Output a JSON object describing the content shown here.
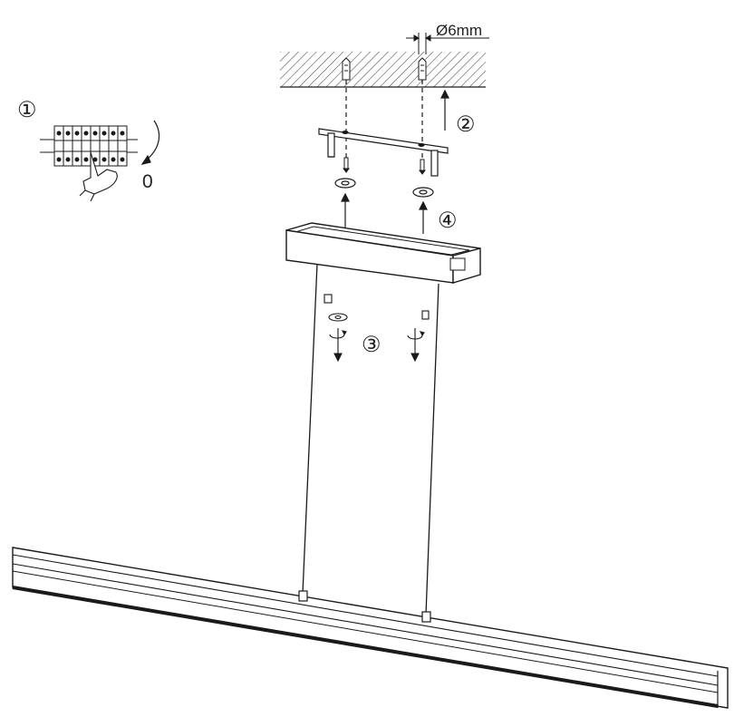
{
  "labels": {
    "step1": "①",
    "step2": "②",
    "step3": "③",
    "step4": "④",
    "drill_diameter": "Ø6mm",
    "power_off": "0"
  },
  "colors": {
    "line": "#1a1a1a",
    "hatch": "#444444",
    "background": "#ffffff"
  }
}
